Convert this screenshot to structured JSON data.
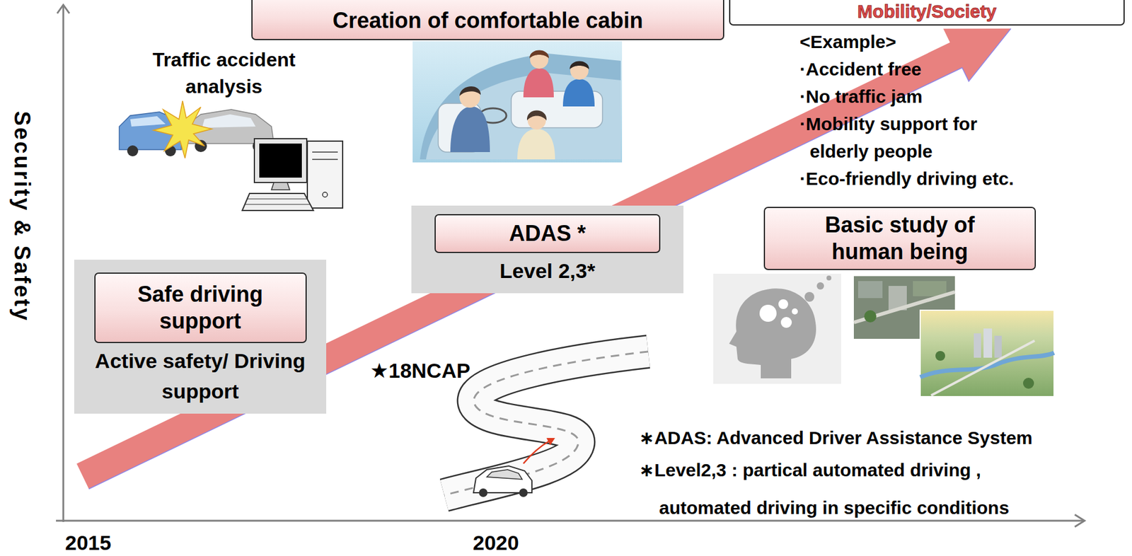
{
  "diagram": {
    "nodes": [
      {
        "text": [
          "Creation of comfortable cabin"
        ]
      },
      {
        "text": [
          "Mobility/Society"
        ]
      },
      {
        "text": [
          "Level 2,3*"
        ]
      },
      {
        "text": [
          "ADAS *"
        ],
        "in": 2
      },
      {
        "text": [
          "Basic study of human being"
        ]
      },
      {
        "text": [
          "Active safety/ Driving support"
        ]
      },
      {
        "text": [
          "Safe driving support"
        ],
        "in": 5
      }
    ],
    "labels": [
      "Security & Safety",
      "Traffic accident analysis",
      "<Example>",
      "·Accident free",
      "·No traffic jam",
      "·Mobility support for elderly people",
      "·Eco-friendly driving etc.",
      "★18NCAP",
      "∗ADAS: Advanced Driver Assistance System",
      "∗Level2,3 : partical automated driving , automated driving in specific conditions",
      "2015",
      "2020"
    ]
  }
}
